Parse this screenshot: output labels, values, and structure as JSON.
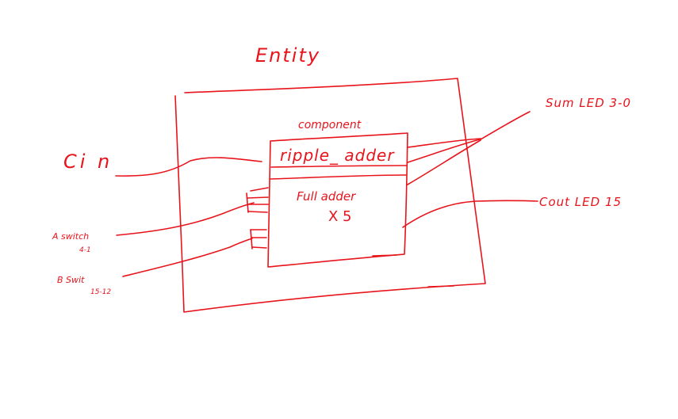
{
  "ink_color": "#e8141b",
  "background": "#ffffff",
  "labels": {
    "entity": "Entity",
    "component": "component",
    "ripple_adder": "ripple_ adder",
    "full_adder": "Full adder",
    "multiplier": "X 5",
    "cin": "Ci n",
    "a_switch": "A switch",
    "a_range": "4-1",
    "b_switch": "B Swit",
    "b_range": "15-12",
    "sum_led": "Sum LED 3-0",
    "cout_led": "Cout LED 15"
  }
}
